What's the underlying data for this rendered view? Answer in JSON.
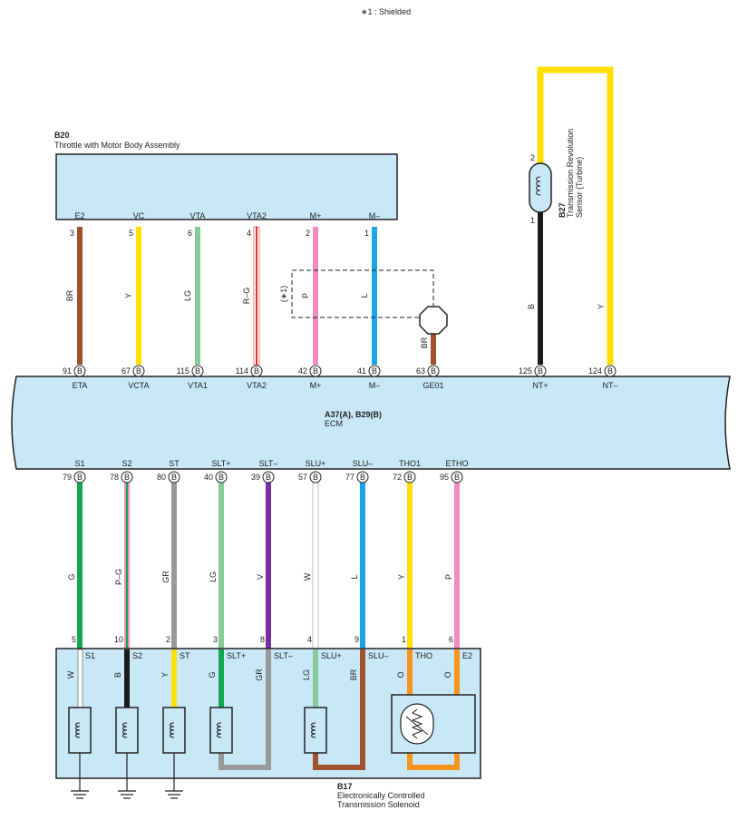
{
  "note": "∗1 : Shielded",
  "throttle": {
    "code": "B20",
    "name": "Throttle with Motor Body Assembly",
    "terms": [
      "E2",
      "VC",
      "VTA",
      "VTA2",
      "M+",
      "M–"
    ],
    "pins": [
      "3",
      "5",
      "6",
      "4",
      "2",
      "1"
    ],
    "colors": [
      "BR",
      "Y",
      "LG",
      "R–G",
      "P",
      "L"
    ]
  },
  "ecm": {
    "code": "A37(A), B29(B)",
    "name": "ECM",
    "top_pins": [
      "91",
      "67",
      "115",
      "114",
      "42",
      "41",
      "63",
      "125",
      "124"
    ],
    "top_terms": [
      "ETA",
      "VCTA",
      "VTA1",
      "VTA2",
      "M+",
      "M–",
      "GE01",
      "NT+",
      "NT–"
    ],
    "bot_terms": [
      "S1",
      "S2",
      "ST",
      "SLT+",
      "SLT–",
      "SLU+",
      "SLU–",
      "THO1",
      "ETHO"
    ],
    "bot_pins": [
      "79",
      "78",
      "80",
      "40",
      "39",
      "57",
      "77",
      "72",
      "95"
    ],
    "conn": "B"
  },
  "shield": {
    "label": "(∗1)",
    "ground_color": "BR"
  },
  "sensor": {
    "code": "B27",
    "name1": "Transmission Revolution",
    "name2": "Sensor (Turbine)",
    "pin_top": "2",
    "pin_bot": "1",
    "color_left": "B",
    "color_right": "Y"
  },
  "solenoid": {
    "code": "B17",
    "name1": "Electronically Controlled",
    "name2": "Transmission Solenoid",
    "wire_colors": [
      "G",
      "P–G",
      "GR",
      "LG",
      "V",
      "W",
      "L",
      "Y",
      "P"
    ],
    "pins": [
      "5",
      "10",
      "2",
      "3",
      "8",
      "4",
      "9",
      "1",
      "6"
    ],
    "terms": [
      "S1",
      "S2",
      "ST",
      "SLT+",
      "SLT–",
      "SLU+",
      "SLU–",
      "THO",
      "E2"
    ],
    "inner_colors": [
      "W",
      "B",
      "Y",
      "G",
      "GR",
      "LG",
      "BR",
      "O",
      "O"
    ]
  },
  "colors": {
    "box_fill": "#c8e8f8",
    "BR": "#a0522d",
    "Y": "#ffe000",
    "LG": "#86cc9a",
    "R": "#e03030",
    "P": "#f08cc0",
    "L": "#1aa6e6",
    "B": "#1a1a1a",
    "G": "#10a850",
    "GR": "#999999",
    "V": "#7a2fa0",
    "W": "#ffffff",
    "O": "#f7941d"
  }
}
